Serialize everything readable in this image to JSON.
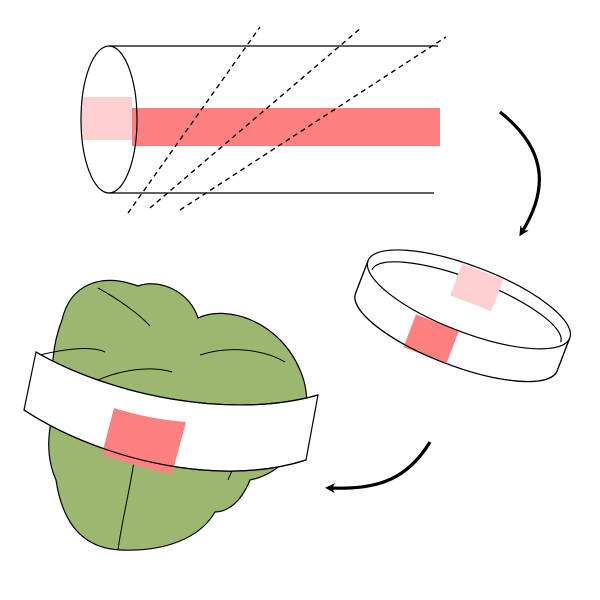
{
  "colors": {
    "background": "#ffffff",
    "outline": "#000000",
    "stripe": "#ff8080",
    "stripe_faded": "#ffd0d2",
    "band_fill": "#ffffff",
    "object_fill": "#9cb870"
  },
  "steps": [
    {
      "id": "tube-with-stripe-and-cut-lines",
      "stage": 1
    },
    {
      "id": "cut-ring-with-stripe",
      "stage": 2
    },
    {
      "id": "ring-wrapped-around-object",
      "stage": 3
    }
  ],
  "flow": [
    {
      "from": 1,
      "to": 2,
      "icon": "curved-arrow-icon"
    },
    {
      "from": 2,
      "to": 3,
      "icon": "curved-arrow-icon"
    }
  ]
}
